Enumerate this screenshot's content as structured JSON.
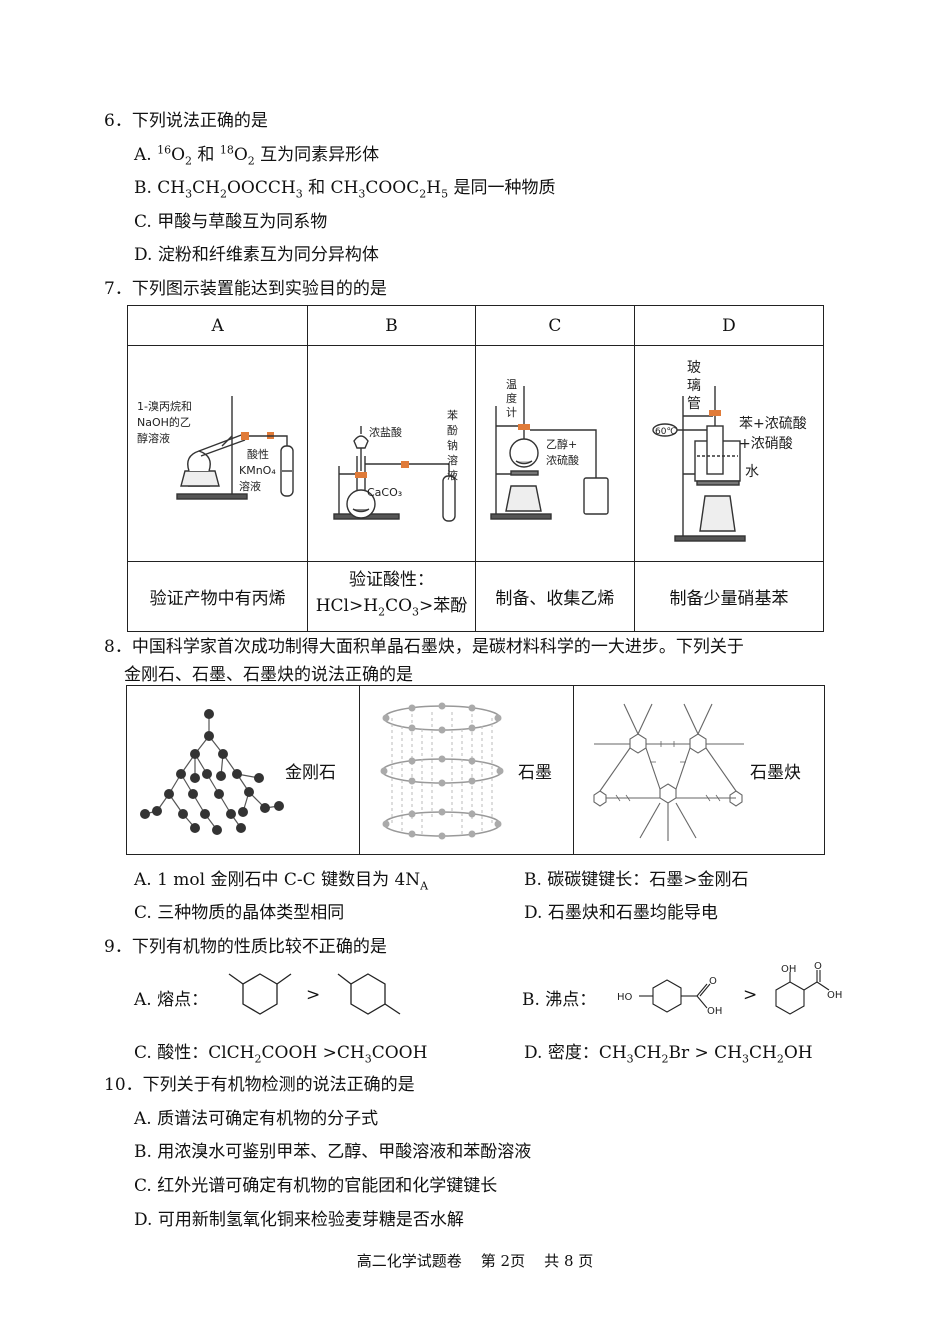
{
  "q6": {
    "stem": "6．下列说法正确的是",
    "A": {
      "p1": "A. ",
      "sup1": "16",
      "p2": "O",
      "sub1": "2",
      "p3": " 和 ",
      "sup2": "18",
      "p4": "O",
      "sub2": "2",
      "p5": " 互为同素异形体"
    },
    "B": {
      "p1": "B. CH",
      "s1": "3",
      "p2": "CH",
      "s2": "2",
      "p3": "OOCCH",
      "s3": "3",
      "p4": " 和 CH",
      "s4": "3",
      "p5": "COOC",
      "s5": "2",
      "p6": "H",
      "s6": "5",
      "p7": " 是同一种物质"
    },
    "C": "C.  甲酸与草酸互为同系物",
    "D": "D.  淀粉和纤维素互为同分异构体"
  },
  "q7": {
    "stem": "7．下列图示装置能达到实验目的的是",
    "headers": [
      "A",
      "B",
      "C",
      "D"
    ],
    "labels": {
      "A1": "1-溴丙烷和",
      "A2": "NaOH的乙",
      "A3": "醇溶液",
      "A4": "酸性",
      "A5": "KMnO₄",
      "A6": "溶液",
      "B1": "浓盐酸",
      "B2": "苯",
      "B3": "酚",
      "B4": "钠",
      "B5": "溶",
      "B6": "液",
      "B7": "CaCO₃",
      "C1": "温",
      "C2": "度",
      "C3": "计",
      "C4": "乙醇+",
      "C5": "浓硫酸",
      "D1": "玻",
      "D2": "璃",
      "D3": "管",
      "D4": "苯+浓硫酸",
      "D5": "+浓硝酸",
      "D6": "水",
      "D7": "60℃"
    },
    "purpose_a": "验证产物中有丙烯",
    "purpose_b1": "验证酸性：",
    "purpose_b2": {
      "p1": "HCl>H",
      "s1": "2",
      "p2": "CO",
      "s2": "3",
      "p3": ">苯酚"
    },
    "purpose_c": "制备、收集乙烯",
    "purpose_d": "制备少量硝基苯"
  },
  "q8": {
    "stem1": "8．中国科学家首次成功制得大面积单晶石墨炔，是碳材料科学的一大进步。下列关于",
    "stem2": "金刚石、石墨、石墨炔的说法正确的是",
    "diamond": "金刚石",
    "graphite": "石墨",
    "graphdiyne": "石墨炔",
    "A": {
      "p1": "A. 1 mol 金刚石中 C-C 键数目为 4N",
      "sub": "A"
    },
    "B": "B.  碳碳键键长：石墨>金刚石",
    "C": "C.  三种物质的晶体类型相同",
    "D": "D.  石墨炔和石墨均能导电"
  },
  "q9": {
    "stem": "9．下列有机物的性质比较不正确的是",
    "dots": "· · ·",
    "A": "A.  熔点：",
    "gt1": ">",
    "B": "B.  沸点：",
    "gt2": ">",
    "ho": "HO",
    "oh1": "OH",
    "o1": "O",
    "o2": "O",
    "oh2": "OH",
    "oh3": "OH",
    "C": {
      "p1": "C.  酸性：ClCH",
      "s1": "2",
      "p2": "COOH >CH",
      "s2": "3",
      "p3": "COOH"
    },
    "D": {
      "p1": "D.  密度：CH",
      "s1": "3",
      "p2": "CH",
      "s2": "2",
      "p3": "Br > CH",
      "s3": "3",
      "p4": "CH",
      "s4": "2",
      "p5": "OH"
    }
  },
  "q10": {
    "stem": "10．下列关于有机物检测的说法正确的是",
    "A": "A.  质谱法可确定有机物的分子式",
    "B": "B.  用浓溴水可鉴别甲苯、乙醇、甲酸溶液和苯酚溶液",
    "C": "C.  红外光谱可确定有机物的官能团和化学键键长",
    "D": "D.  可用新制氢氧化铜来检验麦芽糖是否水解"
  },
  "footer": "高二化学试题卷    第 2页    共 8 页"
}
